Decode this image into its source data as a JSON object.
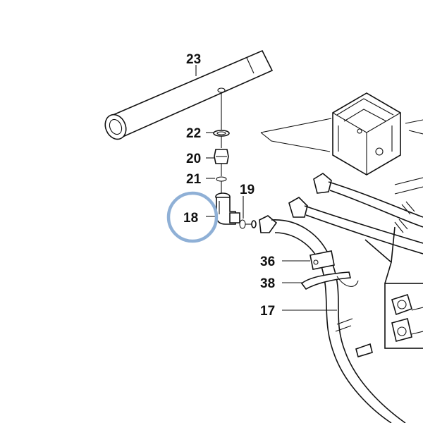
{
  "callouts": [
    {
      "id": "23",
      "text": "23"
    },
    {
      "id": "22",
      "text": "22"
    },
    {
      "id": "20",
      "text": "20"
    },
    {
      "id": "21",
      "text": "21"
    },
    {
      "id": "19",
      "text": "19"
    },
    {
      "id": "18",
      "text": "18"
    },
    {
      "id": "36",
      "text": "36"
    },
    {
      "id": "38",
      "text": "38"
    },
    {
      "id": "17",
      "text": "17"
    }
  ],
  "highlight": {
    "callout": "18",
    "color": "#8fb0d6"
  }
}
